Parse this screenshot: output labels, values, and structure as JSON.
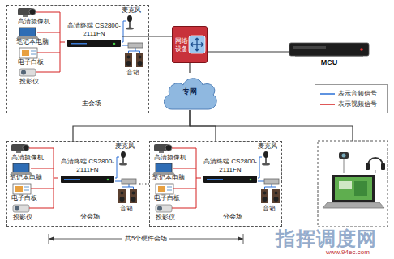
{
  "diagram": {
    "nodes": [
      {
        "text": [
          "主会场"
        ]
      },
      {
        "text": [
          "高清终端 CS2800-2111FN"
        ],
        "in": 0
      },
      {
        "text": [
          "网络设备"
        ]
      },
      {
        "text": [
          "MCU"
        ]
      },
      {
        "text": [
          "专网"
        ]
      },
      {
        "text": [
          "分会场"
        ]
      },
      {
        "text": [
          "高清终端 CS2800-2111FN"
        ],
        "in": 5
      },
      {
        "text": [
          "分会场"
        ]
      },
      {
        "text": [
          "高清终端 CS2800-2111FN"
        ],
        "in": 7
      }
    ],
    "edges": [
      {
        "from": 1,
        "to": 2,
        "arrow": "none"
      },
      {
        "from": 2,
        "to": 3,
        "arrow": "none"
      },
      {
        "from": 2,
        "to": 4,
        "arrow": "none"
      },
      {
        "from": 4,
        "to": 5,
        "arrow": "none"
      },
      {
        "from": 4,
        "to": 7,
        "arrow": "none"
      }
    ],
    "labels": [
      "高清摄像机",
      "笔记本电脑",
      "电子白板",
      "投影仪",
      "麦克风",
      "音箱",
      "高清摄像机",
      "笔记本电脑",
      "电子白板",
      "投影仪",
      "麦克风",
      "音箱",
      "高清摄像机",
      "笔记本电脑",
      "电子白板",
      "投影仪",
      "麦克风",
      "音箱",
      "共5个硬件会场",
      "指挥调度网",
      "www.94ec.com"
    ],
    "legend": [
      {
        "text": "表示音频信号"
      },
      {
        "text": "表示视频信号"
      }
    ]
  }
}
